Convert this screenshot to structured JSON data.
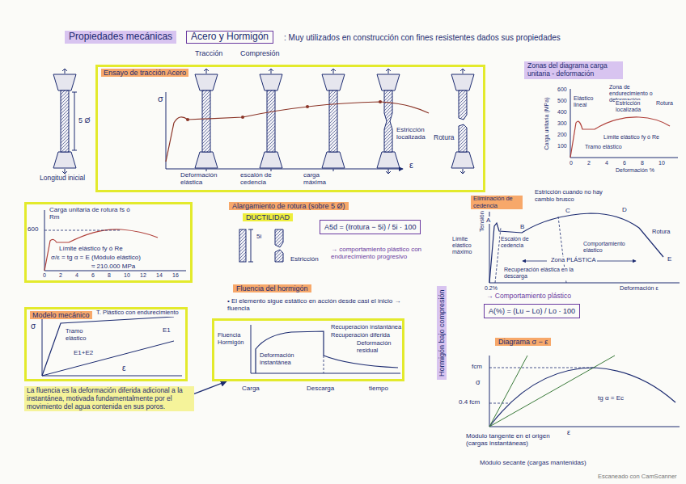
{
  "diagram": {
    "nodes": [
      {
        "text": [
          "Propiedades mecánicas"
        ]
      },
      {
        "text": [
          "Acero y Hormigón"
        ]
      },
      {
        "text": [
          "Ensayo de tracción Acero"
        ]
      },
      {
        "text": [
          "Zonas del diagrama carga unitaria - deformación"
        ]
      },
      {
        "text": [
          "Carga unitaria de rotura fs ó Rm"
        ]
      },
      {
        "text": [
          "Alargamiento de rotura (sobre 5 Ø)"
        ]
      },
      {
        "text": [
          "DUCTILIDAD"
        ]
      },
      {
        "text": [
          "A5d = (ℓrotura − 5i) / 5i · 100"
        ]
      },
      {
        "text": [
          "Eliminación de cedencia"
        ]
      },
      {
        "text": [
          "A(%) = (Lu − Lo) / Lo · 100"
        ]
      },
      {
        "text": [
          "Modelo mecánico"
        ]
      },
      {
        "text": [
          "La fluencia es la deformación diferida adicional a la instantánea, motivada fundamentalmente por el movimiento del agua contenida en sus poros."
        ]
      },
      {
        "text": [
          "Fluencia del hormigón"
        ]
      },
      {
        "text": [
          "Fluencia Hormigón"
        ]
      },
      {
        "text": [
          "Hormigón bajo compresión"
        ]
      },
      {
        "text": [
          "Diagrama σ − ε"
        ]
      }
    ],
    "edges": [
      {
        "from": 11,
        "to": 13,
        "arrow": "to"
      }
    ],
    "labels": [
      ": Muy utilizados en construcción con fines resistentes dados sus propiedades",
      "Tracción",
      "Compresión",
      "σ",
      "5 Ø",
      "Longitud inicial",
      "Deformación elástica",
      "escalón de cedencia",
      "carga máxima",
      "Estricción localizada",
      "Rotura",
      "ε",
      "Zona de endurecimiento o deformación",
      "Elástico lineal",
      "Estricción localizada",
      "Rotura",
      "Límite elástico fy ó Re",
      "Tramo elástico",
      "Carga unitaria (MPa)",
      "600",
      "500",
      "400",
      "300",
      "200",
      "100",
      "0",
      "2",
      "4",
      "6",
      "8",
      "10",
      "Deformación %",
      "600",
      "Límite elástico fy ó Re",
      "σ/ε = tg α = E (Módulo elástico)",
      "≈ 210.000 MPa",
      "0",
      "2",
      "4",
      "6",
      "8",
      "10",
      "12",
      "14",
      "16",
      "5i",
      "Estricción",
      "→ comportamiento plástico con endurecimiento progresivo",
      "Estricción cuando no hay cambio brusco",
      "Tensión",
      "Límite elástico máximo",
      "Escalón de cedencia",
      "A",
      "B",
      "C",
      "D",
      "E",
      "Zona PLÁSTICA",
      "Recuperación elástica en la descarga",
      "0.2%",
      "Rotura",
      "Comportamiento elástico",
      "Deformación ε",
      "→ Comportamiento plástico",
      "T. Plástico con endurecimiento",
      "Tramo elástico",
      "E1",
      "E1+E2",
      "σ",
      "ε",
      "• El elemento sigue estático en acción desde casi el inicio → fluencia",
      "Deformación instantánea",
      "Recuperación instantánea",
      "Recuperación diferida",
      "Deformación residual",
      "Carga",
      "Descarga",
      "tiempo",
      "fcm",
      "σ",
      "0.4 fcm",
      "tg α = Ec",
      "ε",
      "Módulo tangente en el origen (cargas instantáneas)",
      "Módulo secante (cargas mantenidas)",
      "Escaneado con CamScanner"
    ]
  }
}
